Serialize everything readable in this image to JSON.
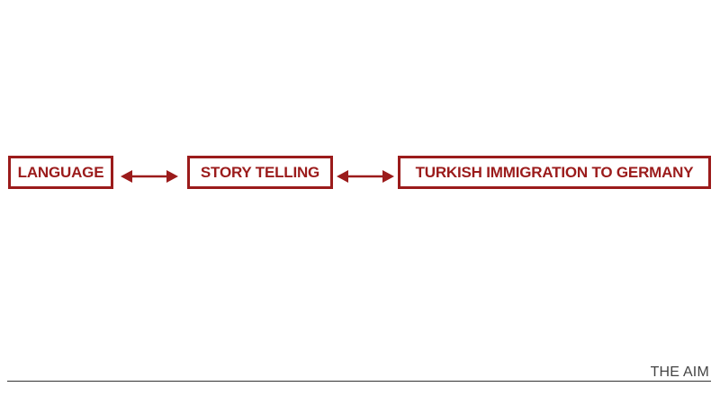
{
  "diagram": {
    "nodes": [
      {
        "id": "language",
        "label": "LANGUAGE"
      },
      {
        "id": "story-telling",
        "label": "STORY TELLING"
      },
      {
        "id": "turkish-immigration",
        "label": "TURKISH IMMIGRATION TO GERMANY"
      }
    ],
    "edges": [
      {
        "from": "language",
        "to": "story-telling",
        "direction": "bidirectional"
      },
      {
        "from": "story-telling",
        "to": "turkish-immigration",
        "direction": "bidirectional"
      }
    ]
  },
  "footer": {
    "title": "THE AIM"
  },
  "colors": {
    "accent": "#9b1b1b",
    "footer_text": "#444444",
    "rule": "#333333"
  }
}
